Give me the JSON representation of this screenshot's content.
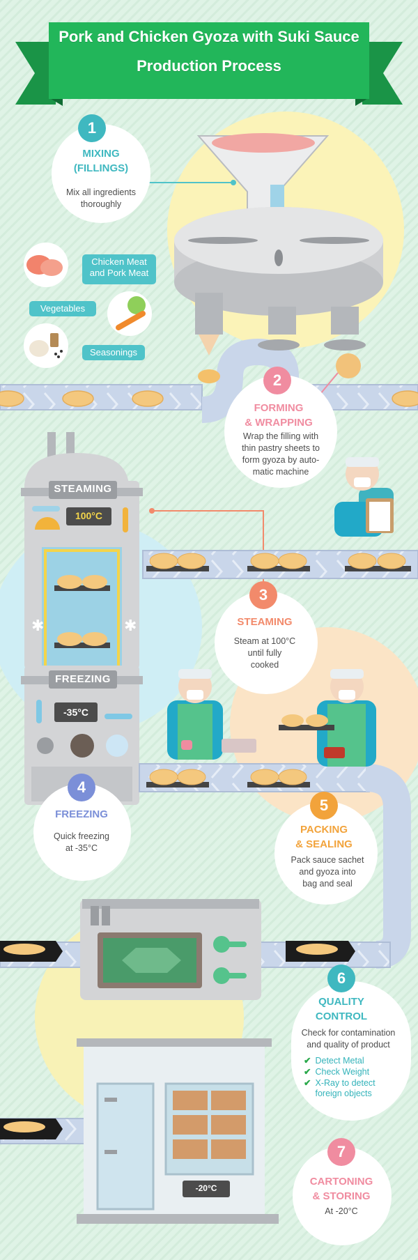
{
  "title": {
    "line1": "Pork and Chicken Gyoza with Suki Sauce",
    "line2": "Production Process"
  },
  "colors": {
    "banner": "#22b65a",
    "teal": "#3fb8c0",
    "pink": "#f08ca0",
    "orange": "#f2a33b",
    "purple": "#7b8fd8",
    "coral": "#f28a6b",
    "background": "#dff3e6"
  },
  "ingredients": {
    "meat": "Chicken Meat\nand Pork Meat",
    "vegetables": "Vegetables",
    "seasonings": "Seasonings"
  },
  "machines": {
    "steaming_label": "STEAMING",
    "steaming_temp": "100°C",
    "freezing_label": "FREEZING",
    "freezing_temp": "-35°C",
    "storage_temp": "-20°C"
  },
  "steps": [
    {
      "number": "1",
      "title": "MIXING\n(FILLINGS)",
      "description": "Mix all ingredients\nthoroughly"
    },
    {
      "number": "2",
      "title": "FORMING\n& WRAPPING",
      "description": "Wrap the filling with\nthin pastry sheets to\nform gyoza by auto-\nmatic machine"
    },
    {
      "number": "3",
      "title": "STEAMING",
      "description": "Steam at 100°C\nuntil fully\ncooked"
    },
    {
      "number": "4",
      "title": "FREEZING",
      "description": "Quick freezing\nat -35°C"
    },
    {
      "number": "5",
      "title": "PACKING\n& SEALING",
      "description": "Pack sauce sachet\nand gyoza into\nbag and seal"
    },
    {
      "number": "6",
      "title": "QUALITY\nCONTROL",
      "description": "Check for contamination\nand quality of product",
      "checks": [
        "Detect Metal",
        "Check Weight",
        "X-Ray to detect\nforeign objects"
      ]
    },
    {
      "number": "7",
      "title": "CARTONING\n& STORING",
      "description": "At -20°C"
    }
  ]
}
